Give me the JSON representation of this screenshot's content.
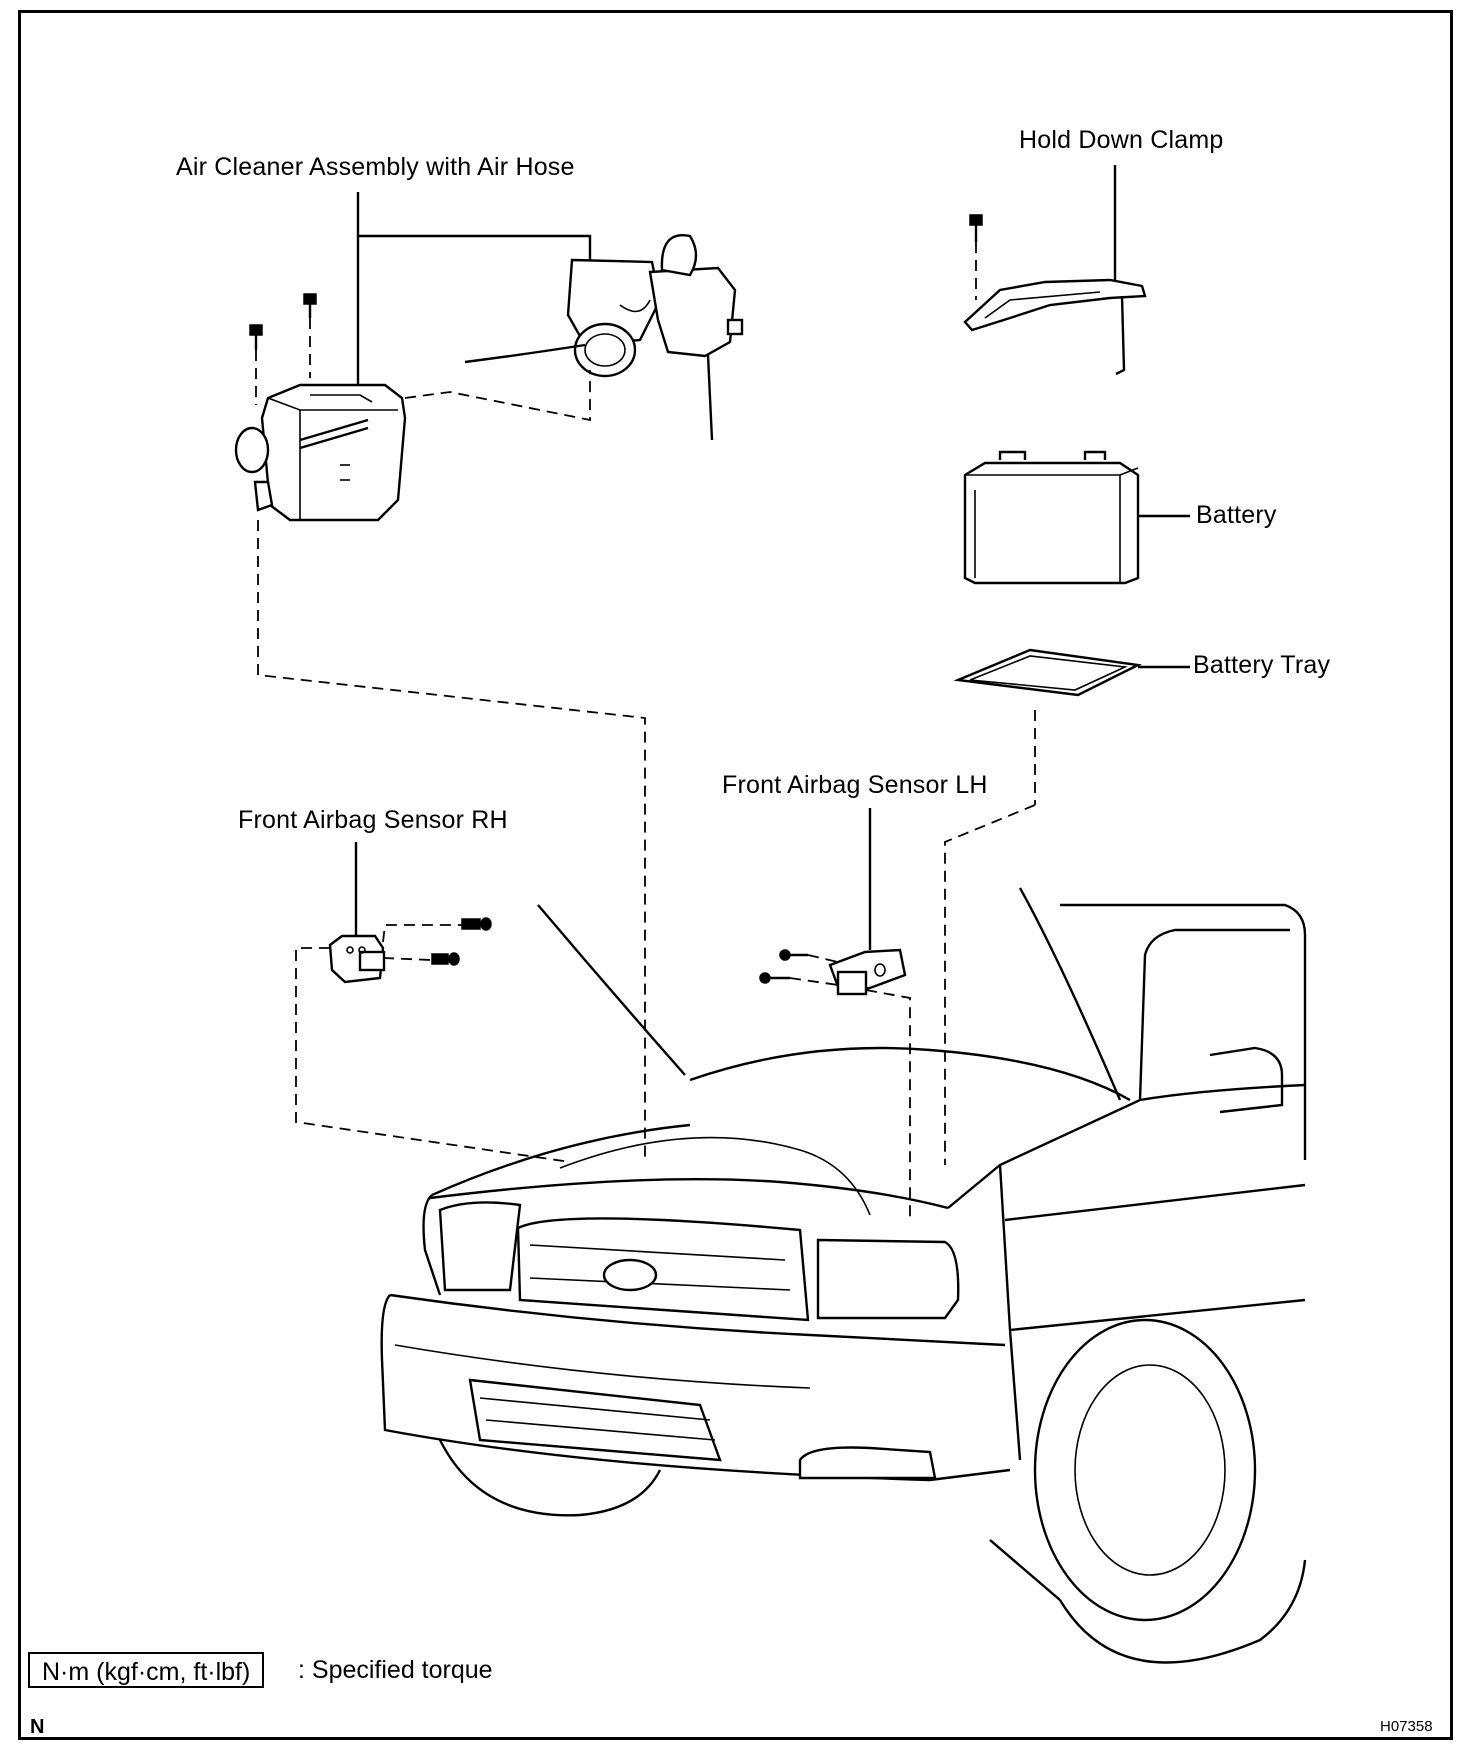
{
  "diagram": {
    "labels": {
      "air_cleaner": "Air Cleaner Assembly with Air Hose",
      "hold_down_clamp": "Hold Down Clamp",
      "battery": "Battery",
      "battery_tray": "Battery Tray",
      "airbag_sensor_lh": "Front Airbag Sensor LH",
      "airbag_sensor_rh": "Front Airbag Sensor RH"
    },
    "legend": {
      "box_text": "N·m (kgf·cm, ft·lbf)",
      "description": ": Specified torque"
    },
    "corner_mark": "N",
    "figure_code": "H07358"
  }
}
